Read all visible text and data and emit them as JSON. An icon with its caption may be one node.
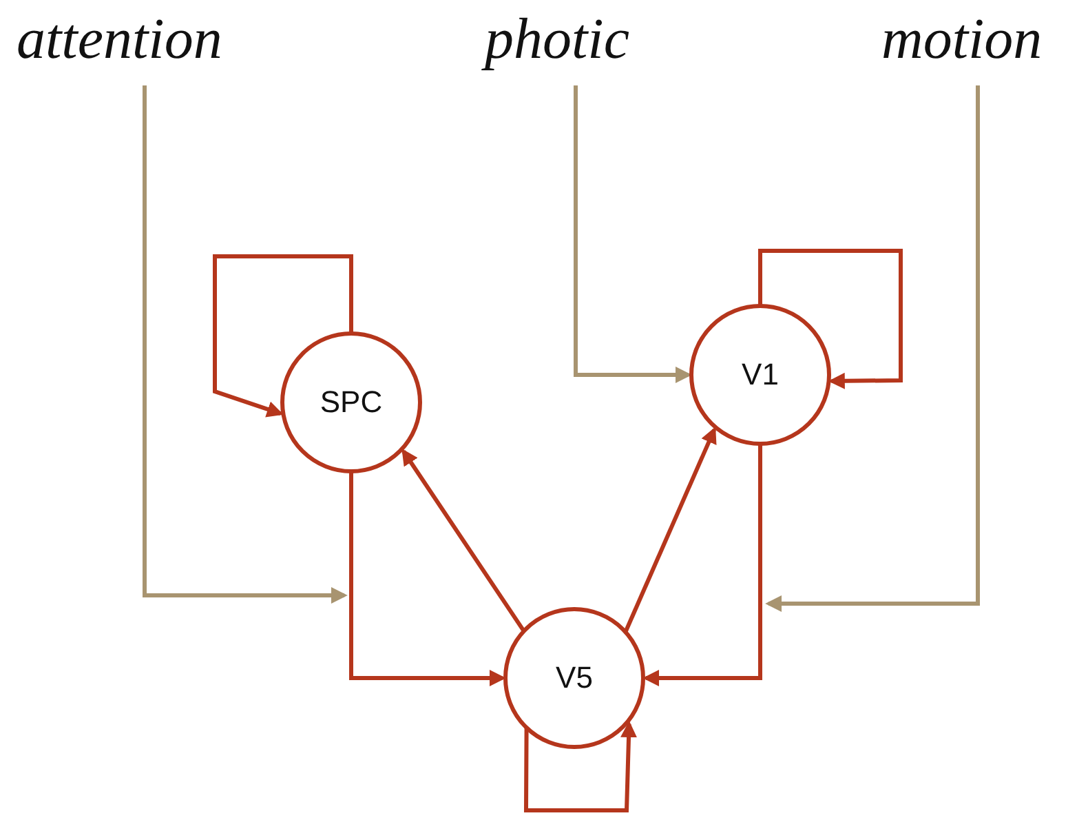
{
  "diagram": {
    "nodes": [
      {
        "text": [
          "attention"
        ]
      },
      {
        "text": [
          "photic"
        ]
      },
      {
        "text": [
          "motion"
        ]
      },
      {
        "text": [
          "SPC"
        ]
      },
      {
        "text": [
          "V1"
        ]
      },
      {
        "text": [
          "V5"
        ]
      }
    ],
    "edges": [
      {
        "from": 3,
        "to": 3,
        "arrow": "to"
      },
      {
        "from": 4,
        "to": 4,
        "arrow": "to"
      },
      {
        "from": 5,
        "to": 5,
        "arrow": "to"
      },
      {
        "from": 5,
        "to": 3,
        "arrow": "to"
      },
      {
        "from": 5,
        "to": 4,
        "arrow": "to"
      },
      {
        "from": 3,
        "to": 5,
        "arrow": "to"
      },
      {
        "from": 4,
        "to": 5,
        "arrow": "to"
      },
      {
        "from": 1,
        "to": 4,
        "arrow": "to",
        "color": "#a89470"
      },
      {
        "from": 0,
        "to": null,
        "arrow": "to",
        "color": "#a89470"
      },
      {
        "from": 2,
        "to": null,
        "arrow": "to",
        "color": "#a89470"
      }
    ]
  }
}
